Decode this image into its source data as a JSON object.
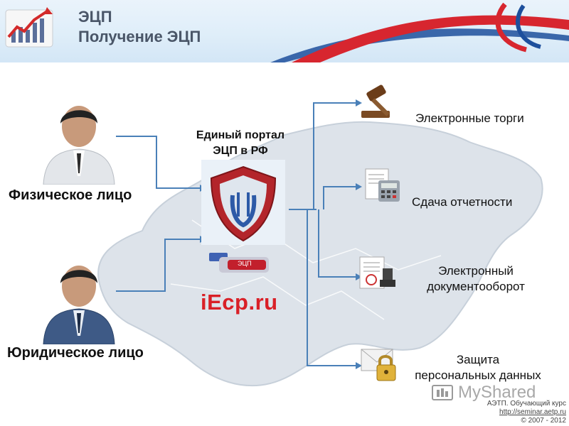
{
  "header": {
    "title_line1": "ЭЦП",
    "title_line2": "Получение ЭЦП"
  },
  "people": [
    {
      "label": "Физическое лицо"
    },
    {
      "label": "Юридическое лицо"
    }
  ],
  "center": {
    "portal_line1": "Единый портал",
    "portal_line2": "ЭЦП в РФ",
    "token_text": "ЭЦП",
    "site": "iEcp.ru"
  },
  "services": [
    {
      "label": "Электронные торги",
      "icon": "gavel-icon"
    },
    {
      "label": "Сдача отчетности",
      "icon": "calculator-icon"
    },
    {
      "label_line1": "Электронный",
      "label_line2": "документооборот",
      "icon": "stamp-document-icon"
    },
    {
      "label_line1": "Защита",
      "label_line2": "персональных данных",
      "icon": "lock-envelope-icon"
    }
  ],
  "watermark": "MyShared",
  "footer": {
    "line1": "АЭТП. Обучающий курс",
    "line2": "http://seminar.aetp.ru",
    "line3": "© 2007 - 2012"
  },
  "colors": {
    "connector": "#4a80b8",
    "brand": "#d92027",
    "map": "#dde3ea",
    "header_title": "#4a5668"
  }
}
